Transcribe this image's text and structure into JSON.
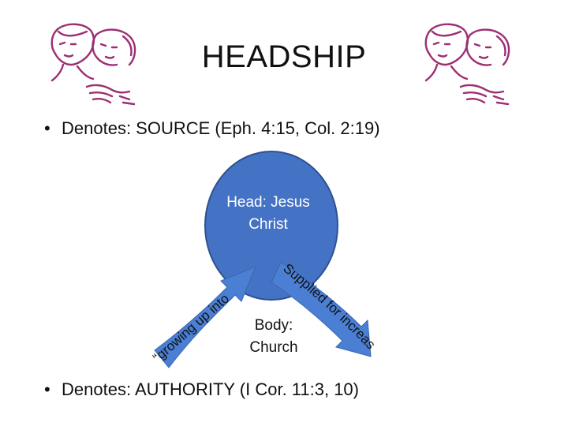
{
  "title": "HEADSHIP",
  "bullets": [
    {
      "marker": "•",
      "text": "Denotes: SOURCE  (Eph. 4:15, Col. 2:19)"
    },
    {
      "marker": "•",
      "text": "Denotes: AUTHORITY (I Cor. 11:3, 10)"
    }
  ],
  "diagram": {
    "head_label_line1": "Head: Jesus",
    "head_label_line2": "Christ",
    "body_label_line1": "Body:",
    "body_label_line2": "Church",
    "left_arrow_text": "“growing up into",
    "right_arrow_text": "Supplied for increase"
  },
  "colors": {
    "head_fill": "#4472c4",
    "head_stroke": "#2f528f",
    "arrow_fill": "#4a7fd4",
    "clipart": "#9c2f72",
    "text_dark": "#111111",
    "text_white": "#ffffff"
  },
  "icons": [
    "couple-embrace-icon",
    "couple-embrace-icon"
  ]
}
